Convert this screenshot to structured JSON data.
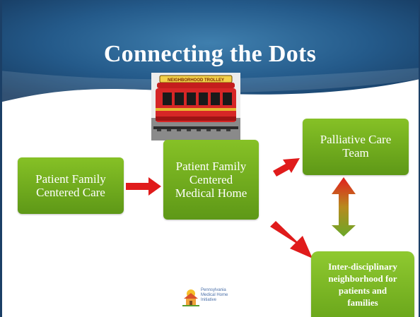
{
  "slide": {
    "title": "Connecting the Dots",
    "colors": {
      "header": "#1b3f66",
      "box_green": "#78b21e",
      "arrow_red": "#e01b1b"
    },
    "photo": {
      "sign_text": "NEIGHBORHOOD TROLLEY"
    },
    "nodes": [
      {
        "id": "patient-family-centered-care",
        "label": "Patient Family\nCentered Care"
      },
      {
        "id": "patient-family-centered-medical-home",
        "label": "Patient Family\nCentered\nMedical Home"
      },
      {
        "id": "palliative-care-team",
        "label": "Palliative Care\nTeam"
      },
      {
        "id": "interdisciplinary-neighborhood",
        "label": "Inter-disciplinary\nneighborhood for\npatients and\nfamilies"
      }
    ],
    "edges": [
      {
        "from": "patient-family-centered-care",
        "to": "patient-family-centered-medical-home",
        "style": "red-arrow"
      },
      {
        "from": "patient-family-centered-medical-home",
        "to": "palliative-care-team",
        "style": "red-arrow"
      },
      {
        "from": "patient-family-centered-medical-home",
        "to": "interdisciplinary-neighborhood",
        "style": "red-arrow"
      },
      {
        "from": "palliative-care-team",
        "to": "interdisciplinary-neighborhood",
        "style": "red-green-double-arrow"
      }
    ],
    "logo": {
      "text": "Pennsylvania\nMedical Home\nInitiative"
    }
  }
}
